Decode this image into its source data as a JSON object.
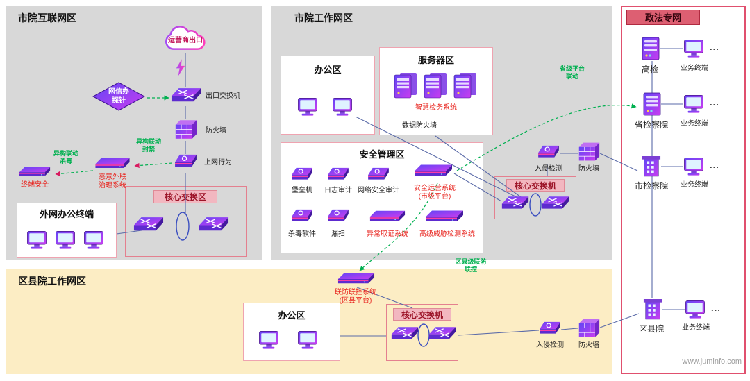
{
  "watermark": "www.juminfo.com",
  "colors": {
    "panel_gray": "#d8d8d8",
    "panel_yellow": "#fcedc4",
    "chip_pink": "#f2b7c0",
    "label_red": "#e8251f",
    "label_green": "#00b050",
    "icon_purple": "#6246f5",
    "icon_magenta": "#c93cf0",
    "zhengfa_border": "#e0506e"
  },
  "internet": {
    "title": "市院互联网区",
    "cloud": "运营商出口",
    "probe": "网信办\n探针",
    "exit_switch": "出口交换机",
    "firewall": "防火墙",
    "net_behavior": "上网行为",
    "hetero_block": "异构联动\n封禁",
    "hetero_av": "异构联动\n杀毒",
    "terminal_security": "终端安全",
    "malicious_governance": "恶意外联\n治理系统",
    "core_zone": "核心交换区",
    "extranet_terminals": "外网办公终端"
  },
  "work": {
    "title": "市院工作网区",
    "office": "办公区",
    "server_area": "服务器区",
    "smart_system": "智慧检务系统",
    "data_firewall": "数据防火墙",
    "provincial_link": "省级平台\n联动",
    "security_area": "安全管理区",
    "bastion": "堡垒机",
    "log_audit": "日志审计",
    "network_audit": "网络安全审计",
    "security_ops": "安全运营系统\n(市级平台)",
    "antivirus": "杀毒软件",
    "vuln_scan": "漏扫",
    "forensics": "异常取证系统",
    "threat_detection": "高级威胁检测系统",
    "core_switch": "核心交换机",
    "intrusion_detection": "入侵检测",
    "firewall": "防火墙"
  },
  "district": {
    "title": "区县院工作网区",
    "joint_system": "联防联控系统\n(区县平台)",
    "joint_link": "区县级联防\n联控",
    "office": "办公区",
    "core_switch": "核心交换机",
    "intrusion_detection": "入侵检测",
    "firewall": "防火墙"
  },
  "zhengfa": {
    "title": "政法专网",
    "rows": [
      {
        "name": "高检",
        "terminal": "业务终端",
        "dots": "..."
      },
      {
        "name": "省检察院",
        "terminal": "业务终端",
        "dots": "..."
      },
      {
        "name": "市检察院",
        "terminal": "业务终端",
        "dots": "..."
      },
      {
        "name": "区县院",
        "terminal": "业务终端",
        "dots": "..."
      }
    ]
  }
}
